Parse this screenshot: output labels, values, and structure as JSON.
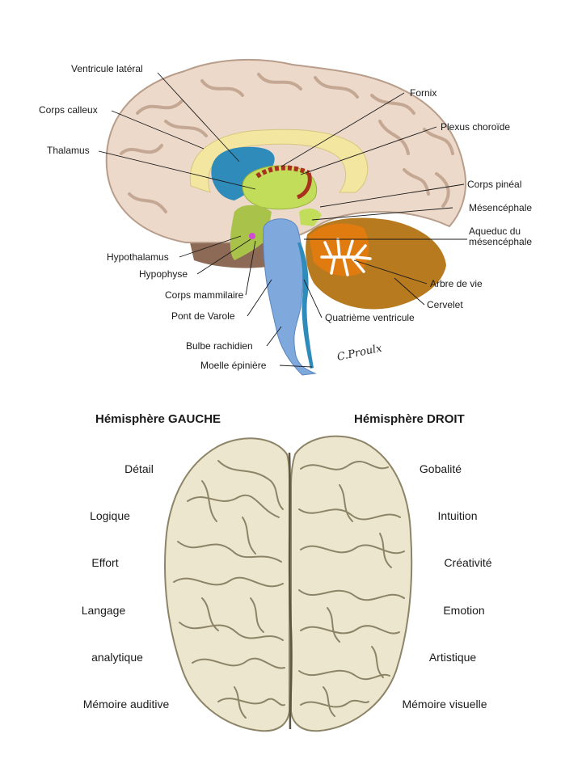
{
  "sagittal": {
    "labels": {
      "ventricule_lateral": "Ventricule latéral",
      "corps_calleux": "Corps calleux",
      "thalamus": "Thalamus",
      "fornix": "Fornix",
      "plexus_choroide": "Plexus choroïde",
      "corps_pineal": "Corps pinéal",
      "mesencephale": "Mésencéphale",
      "aqueduc_1": "Aqueduc du",
      "aqueduc_2": "mésencéphale",
      "hypothalamus": "Hypothalamus",
      "hypophyse": "Hypophyse",
      "arbre_de_vie": "Arbre de vie",
      "corps_mammilaire": "Corps mammilaire",
      "cervelet": "Cervelet",
      "pont_de_varole": "Pont de Varole",
      "quatrieme_ventricule": "Quatrième ventricule",
      "bulbe_rachidien": "Bulbe rachidien",
      "moelle_epiniere": "Moelle épinière"
    },
    "signature": "C.Proulx",
    "colors": {
      "cortex": "#ecd9ca",
      "cortex_line": "#b89d8a",
      "corpus_callosum": "#f3e6a0",
      "ventricle": "#2f8cba",
      "thalamus": "#c2dd5a",
      "brainstem": "#7fa8dd",
      "cerebellum": "#b77a1f",
      "arbor": "#ffffff",
      "choroid": "#a8321e",
      "hypothalamus": "#a8c24a",
      "pituitary": "#d04ad6",
      "base": "#8d6a55"
    }
  },
  "hemispheres": {
    "left_header": "Hémisphère GAUCHE",
    "right_header": "Hémisphère DROIT",
    "left_traits": [
      "Détail",
      "Logique",
      "Effort",
      "Langage",
      "analytique",
      "Mémoire auditive"
    ],
    "right_traits": [
      "Gobalité",
      "Intuition",
      "Créativité",
      "Emotion",
      "Artistique",
      "Mémoire visuelle"
    ],
    "colors": {
      "brain_fill": "#ece6cf",
      "brain_line": "#8d8468",
      "fissure": "#5e5640"
    }
  }
}
